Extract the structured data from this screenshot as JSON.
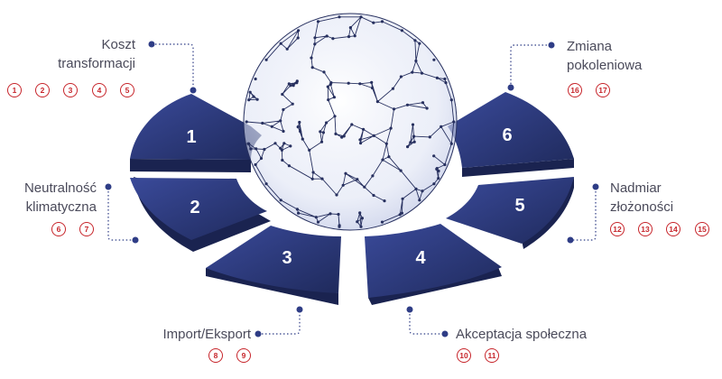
{
  "segments": [
    "1",
    "2",
    "3",
    "4",
    "5",
    "6"
  ],
  "labels": {
    "koszt": [
      "Koszt",
      "transformacji"
    ],
    "neutralnosc": [
      "Neutralność",
      "klimatyczna"
    ],
    "import": [
      "Import/Eksport"
    ],
    "akceptacja": [
      "Akceptacja społeczna"
    ],
    "nadmiar": [
      "Nadmiar",
      "złożoności"
    ],
    "zmiana": [
      "Zmiana",
      "pokoleniowa"
    ]
  },
  "refs": {
    "koszt": [
      "1",
      "2",
      "3",
      "4",
      "5"
    ],
    "neutralnosc": [
      "6",
      "7"
    ],
    "import": [
      "8",
      "9"
    ],
    "akceptacja": [
      "10",
      "11"
    ],
    "nadmiar": [
      "12",
      "13",
      "14",
      "15"
    ],
    "zmiana": [
      "16",
      "17"
    ]
  },
  "colors": {
    "segment_dark": "#1f2a5c",
    "segment_top": "#2f3d86",
    "segment_side": "#1a2350",
    "connector": "#2f3d86",
    "badge": "#c7252b",
    "globe_line": "#27305f",
    "globe_fill": "#c9d0ea"
  }
}
